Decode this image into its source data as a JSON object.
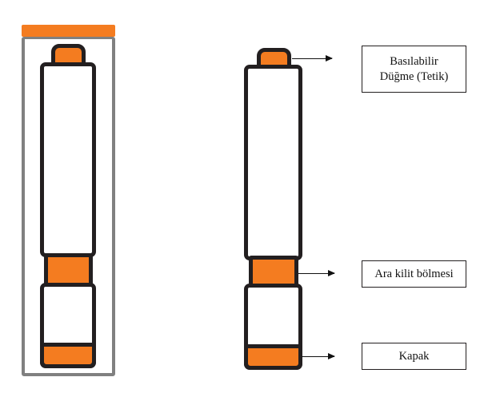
{
  "diagram": {
    "title": "",
    "colors": {
      "accent": "#f47c20",
      "outline": "#231f20",
      "package_border": "#808080",
      "background": "#ffffff"
    },
    "packaged_device": {
      "description": "device inside package with orange lid"
    },
    "labels": [
      {
        "id": "trigger",
        "line1": "Basılabilir",
        "line2": "Düğme (Tetik)"
      },
      {
        "id": "lock",
        "text": "Ara kilit bölmesi"
      },
      {
        "id": "cap",
        "text": "Kapak"
      }
    ]
  }
}
